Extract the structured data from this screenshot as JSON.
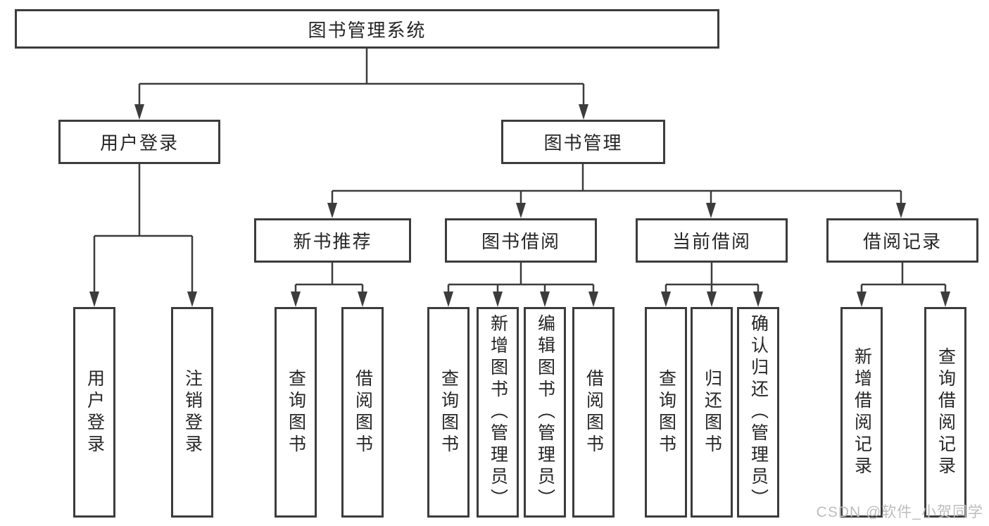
{
  "diagram": {
    "root": {
      "label": "图书管理系统"
    },
    "level1": [
      {
        "label": "用户登录",
        "children": [
          {
            "label": "用户登录"
          },
          {
            "label": "注销登录"
          }
        ]
      },
      {
        "label": "图书管理",
        "children": [
          {
            "label": "新书推荐",
            "children": [
              {
                "label": "查询图书"
              },
              {
                "label": "借阅图书"
              }
            ]
          },
          {
            "label": "图书借阅",
            "children": [
              {
                "label": "查询图书"
              },
              {
                "label": "新增图书（管理员）"
              },
              {
                "label": "编辑图书（管理员）"
              },
              {
                "label": "借阅图书"
              }
            ]
          },
          {
            "label": "当前借阅",
            "children": [
              {
                "label": "查询图书"
              },
              {
                "label": "归还图书"
              },
              {
                "label": "确认归还（管理员）"
              }
            ]
          },
          {
            "label": "借阅记录",
            "children": [
              {
                "label": "新增借阅记录"
              },
              {
                "label": "查询借阅记录"
              }
            ]
          }
        ]
      }
    ]
  },
  "watermark": {
    "text": "CSDN @软件_小贺同学"
  },
  "colors": {
    "line": "#3c3c3c",
    "text": "#262626",
    "watermark": "#bdbdbd",
    "background": "#ffffff"
  }
}
